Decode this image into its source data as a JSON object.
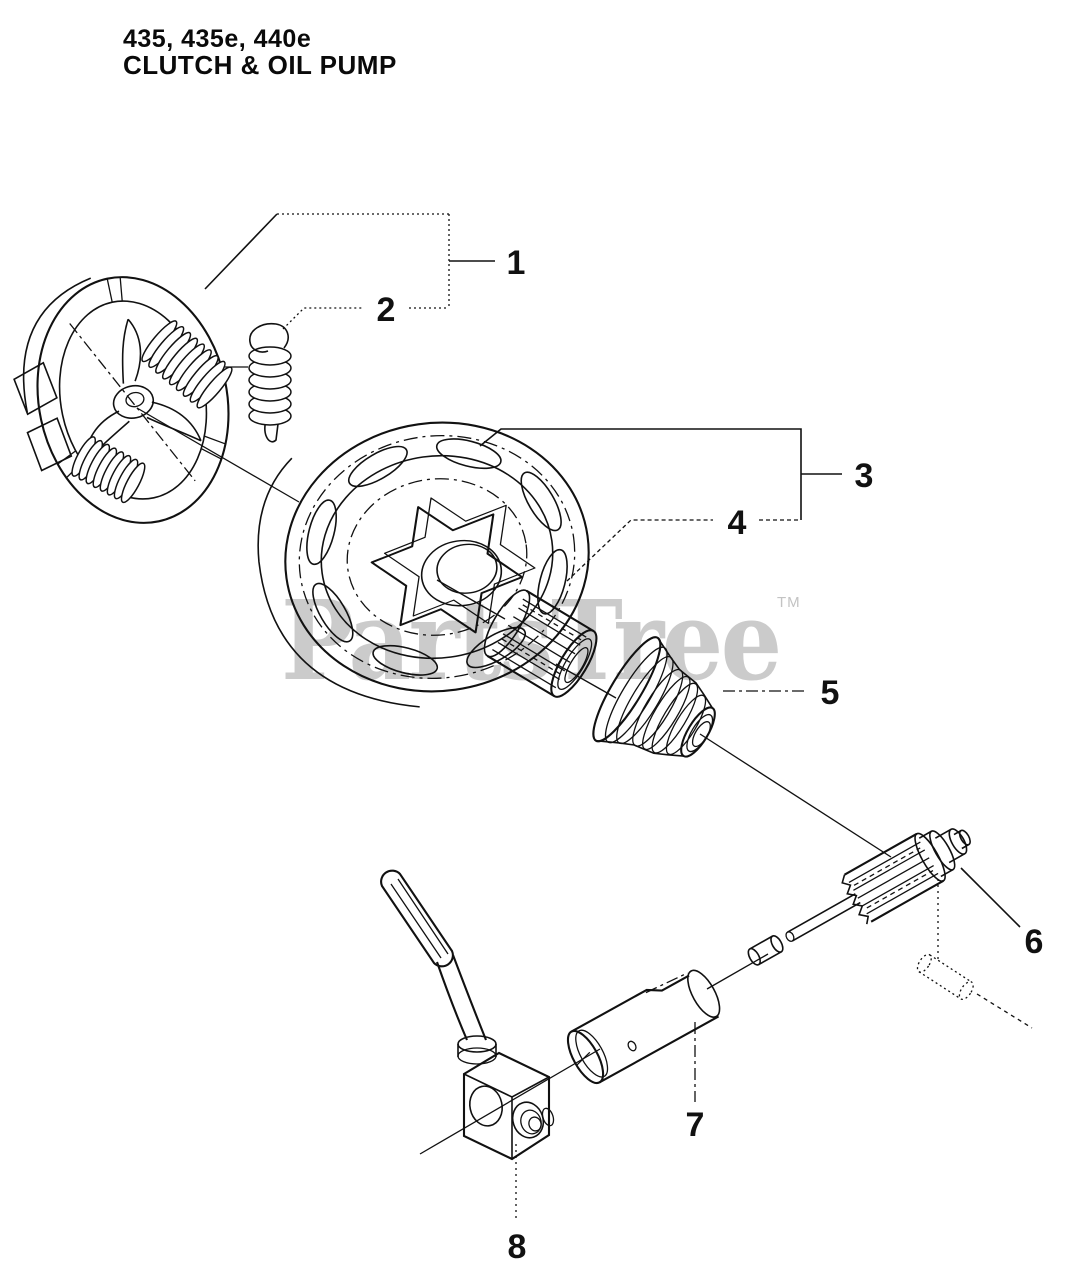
{
  "title": {
    "line1": "435, 435e, 440e",
    "line2": "CLUTCH & OIL PUMP"
  },
  "watermark": {
    "brand": "PartsTree",
    "tm": "TM"
  },
  "callouts": [
    "1",
    "2",
    "3",
    "4",
    "5",
    "6",
    "7",
    "8"
  ],
  "colors": {
    "line": "#111111",
    "background": "#ffffff",
    "watermark": "#cbcbcb"
  }
}
